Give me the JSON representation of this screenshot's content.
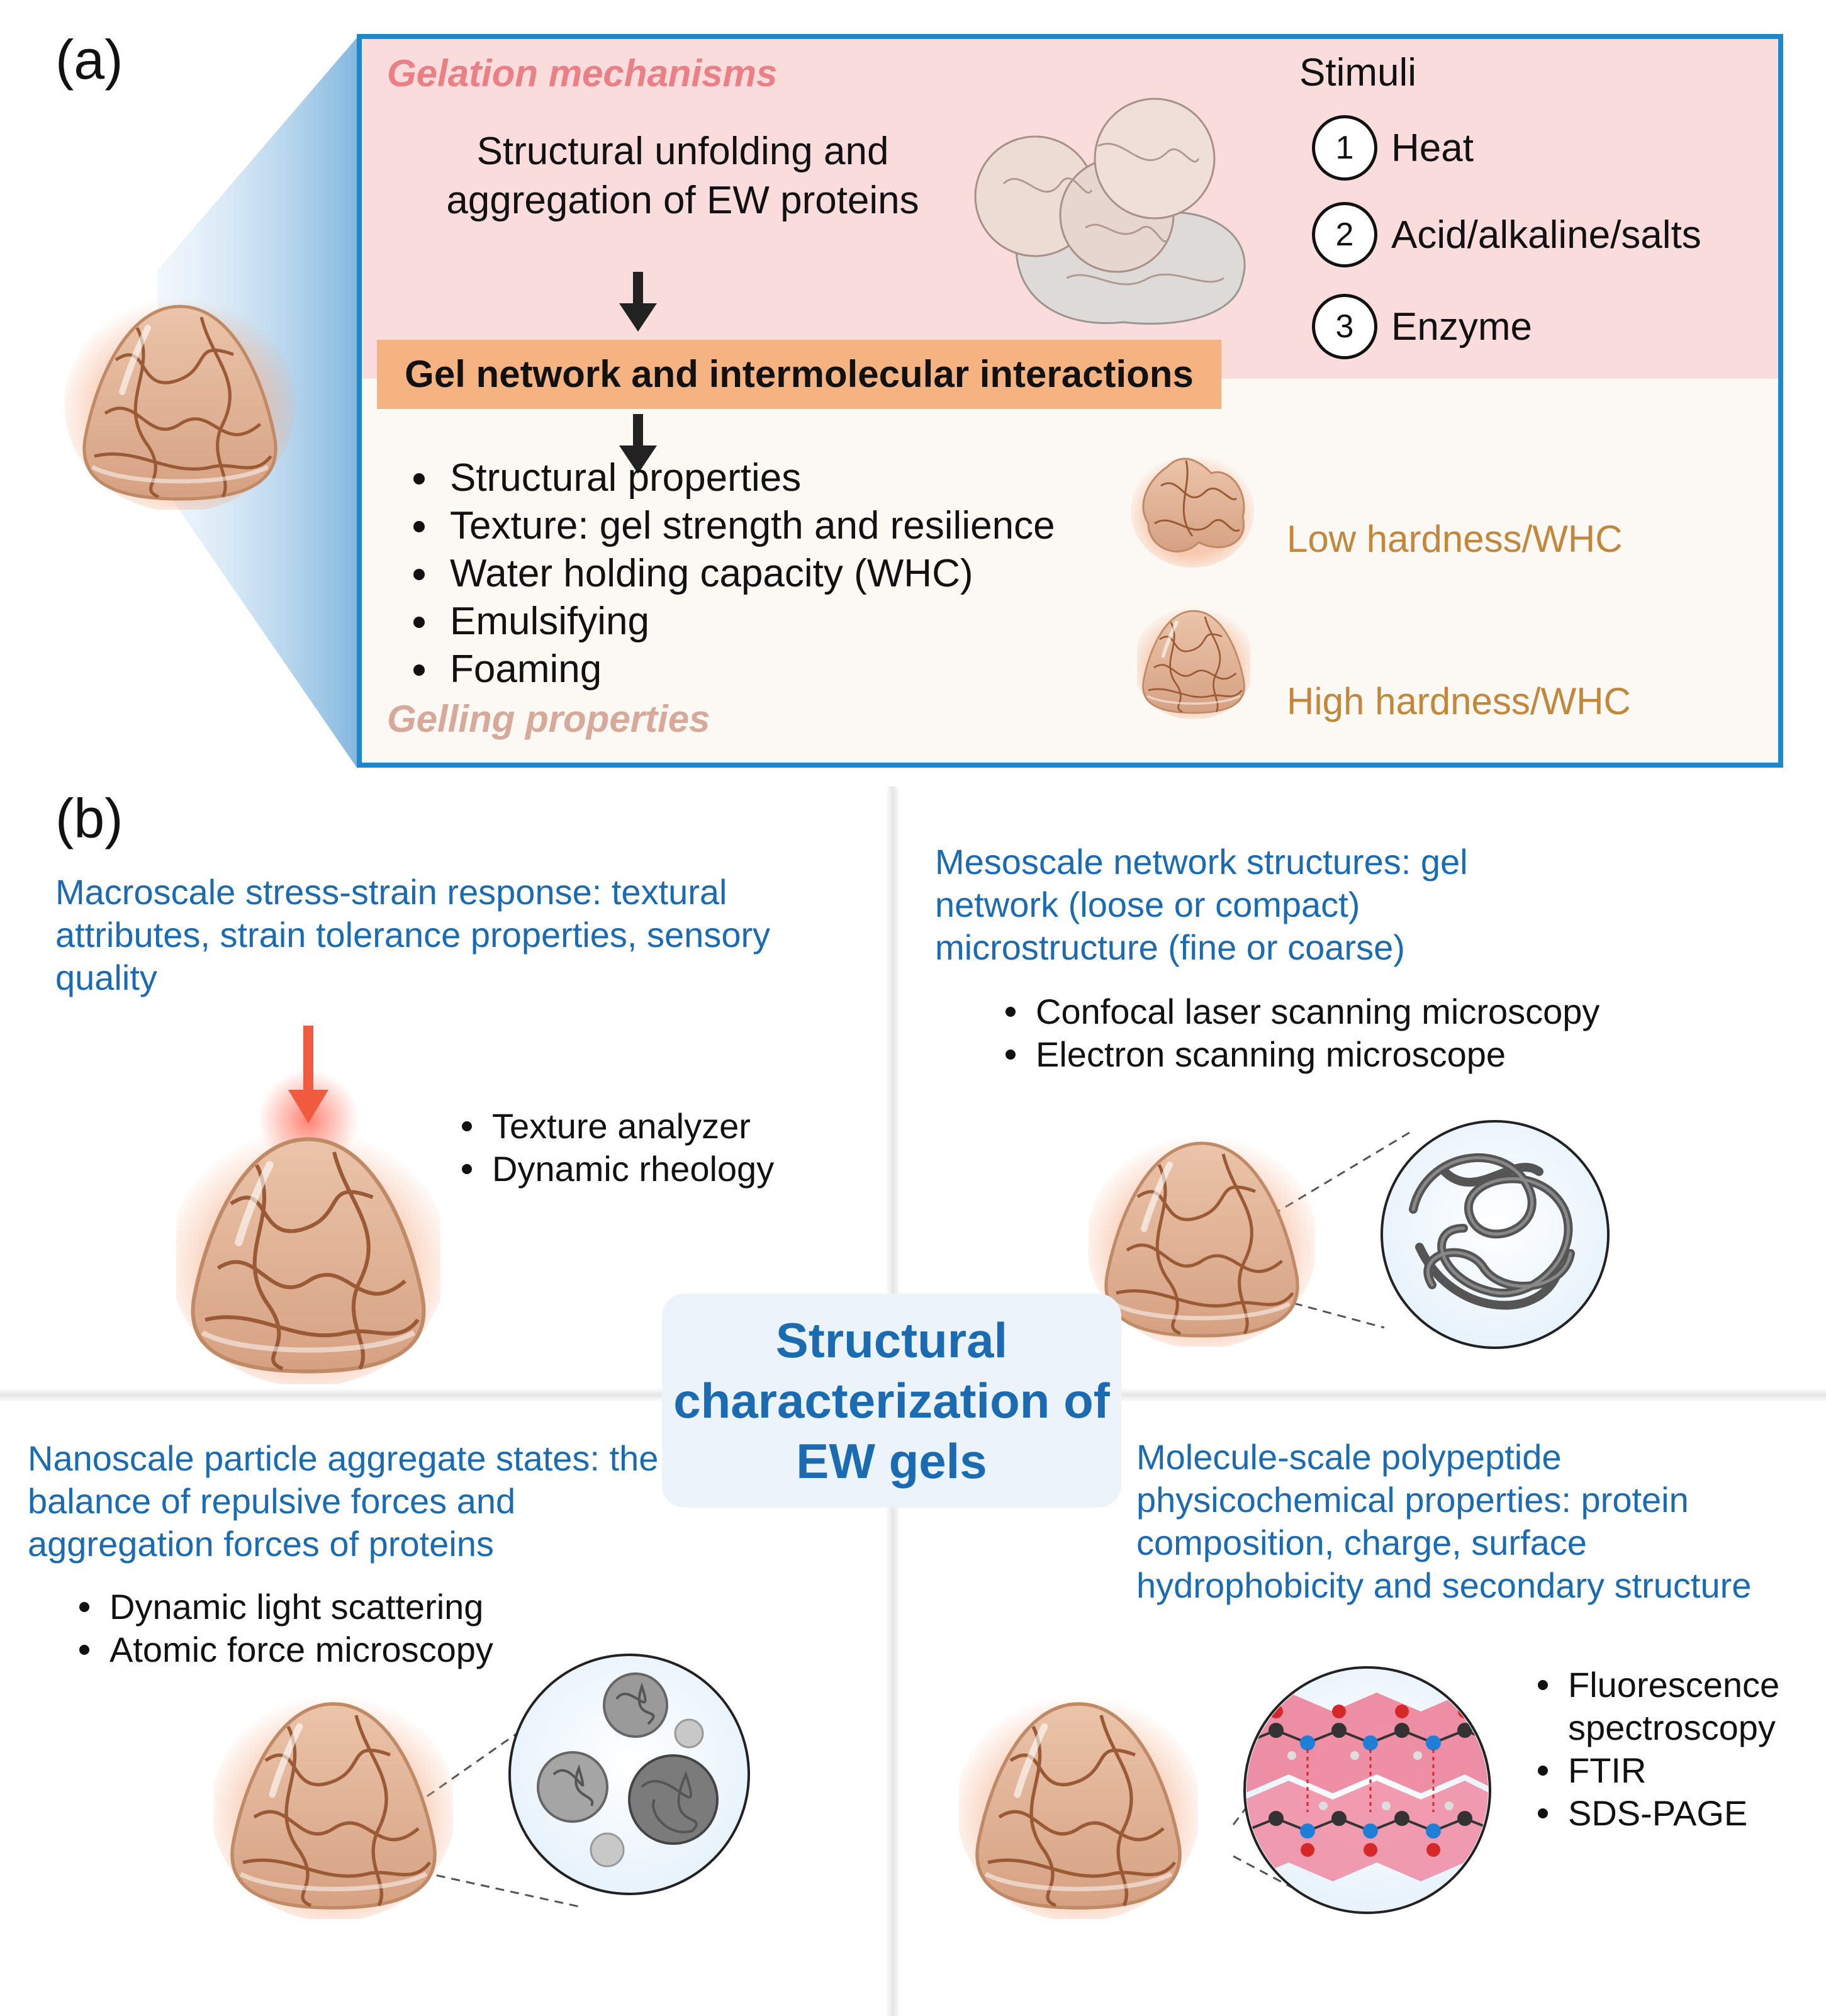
{
  "panel_a": {
    "label": "(a)",
    "mechanisms_title": "Gelation mechanisms",
    "mechanisms_text": "Structural unfolding and aggregation of EW proteins",
    "network_label": "Gel network and intermolecular interactions",
    "stimuli_title": "Stimuli",
    "stimuli": [
      {
        "num": "1",
        "label": "Heat"
      },
      {
        "num": "2",
        "label": "Acid/alkaline/salts"
      },
      {
        "num": "3",
        "label": "Enzyme"
      }
    ],
    "properties": [
      "Structural properties",
      "Texture: gel strength and resilience",
      "Water holding capacity (WHC)",
      "Emulsifying",
      "Foaming"
    ],
    "gelling_title": "Gelling properties",
    "low_label": "Low hardness/WHC",
    "high_label": "High hardness/WHC"
  },
  "panel_b": {
    "label": "(b)",
    "center_title": "Structural characterization of EW gels",
    "macro": {
      "heading": "Macroscale stress-strain response: textural attributes, strain tolerance properties, sensory quality",
      "methods": [
        "Texture analyzer",
        "Dynamic rheology"
      ]
    },
    "meso": {
      "heading": "Mesoscale network structures: gel network (loose or compact) microstructure (fine or coarse)",
      "methods": [
        "Confocal laser scanning microscopy",
        "Electron scanning microscope"
      ]
    },
    "nano": {
      "heading": "Nanoscale particle aggregate states: the balance of repulsive forces and aggregation forces of proteins",
      "methods": [
        "Dynamic light scattering",
        "Atomic force microscopy"
      ]
    },
    "molecule": {
      "heading": "Molecule-scale polypeptide physicochemical properties: protein composition, charge, surface hydrophobicity and secondary structure",
      "methods": [
        "Fluorescence spectroscopy",
        "FTIR",
        "SDS-PAGE"
      ]
    }
  },
  "colors": {
    "frame_blue": "#1e88cf",
    "pink_bg": "#fadcdc",
    "network_orange": "#f6b382",
    "heading_blue": "#1b6bb3",
    "gel_brown": "#c89272"
  }
}
